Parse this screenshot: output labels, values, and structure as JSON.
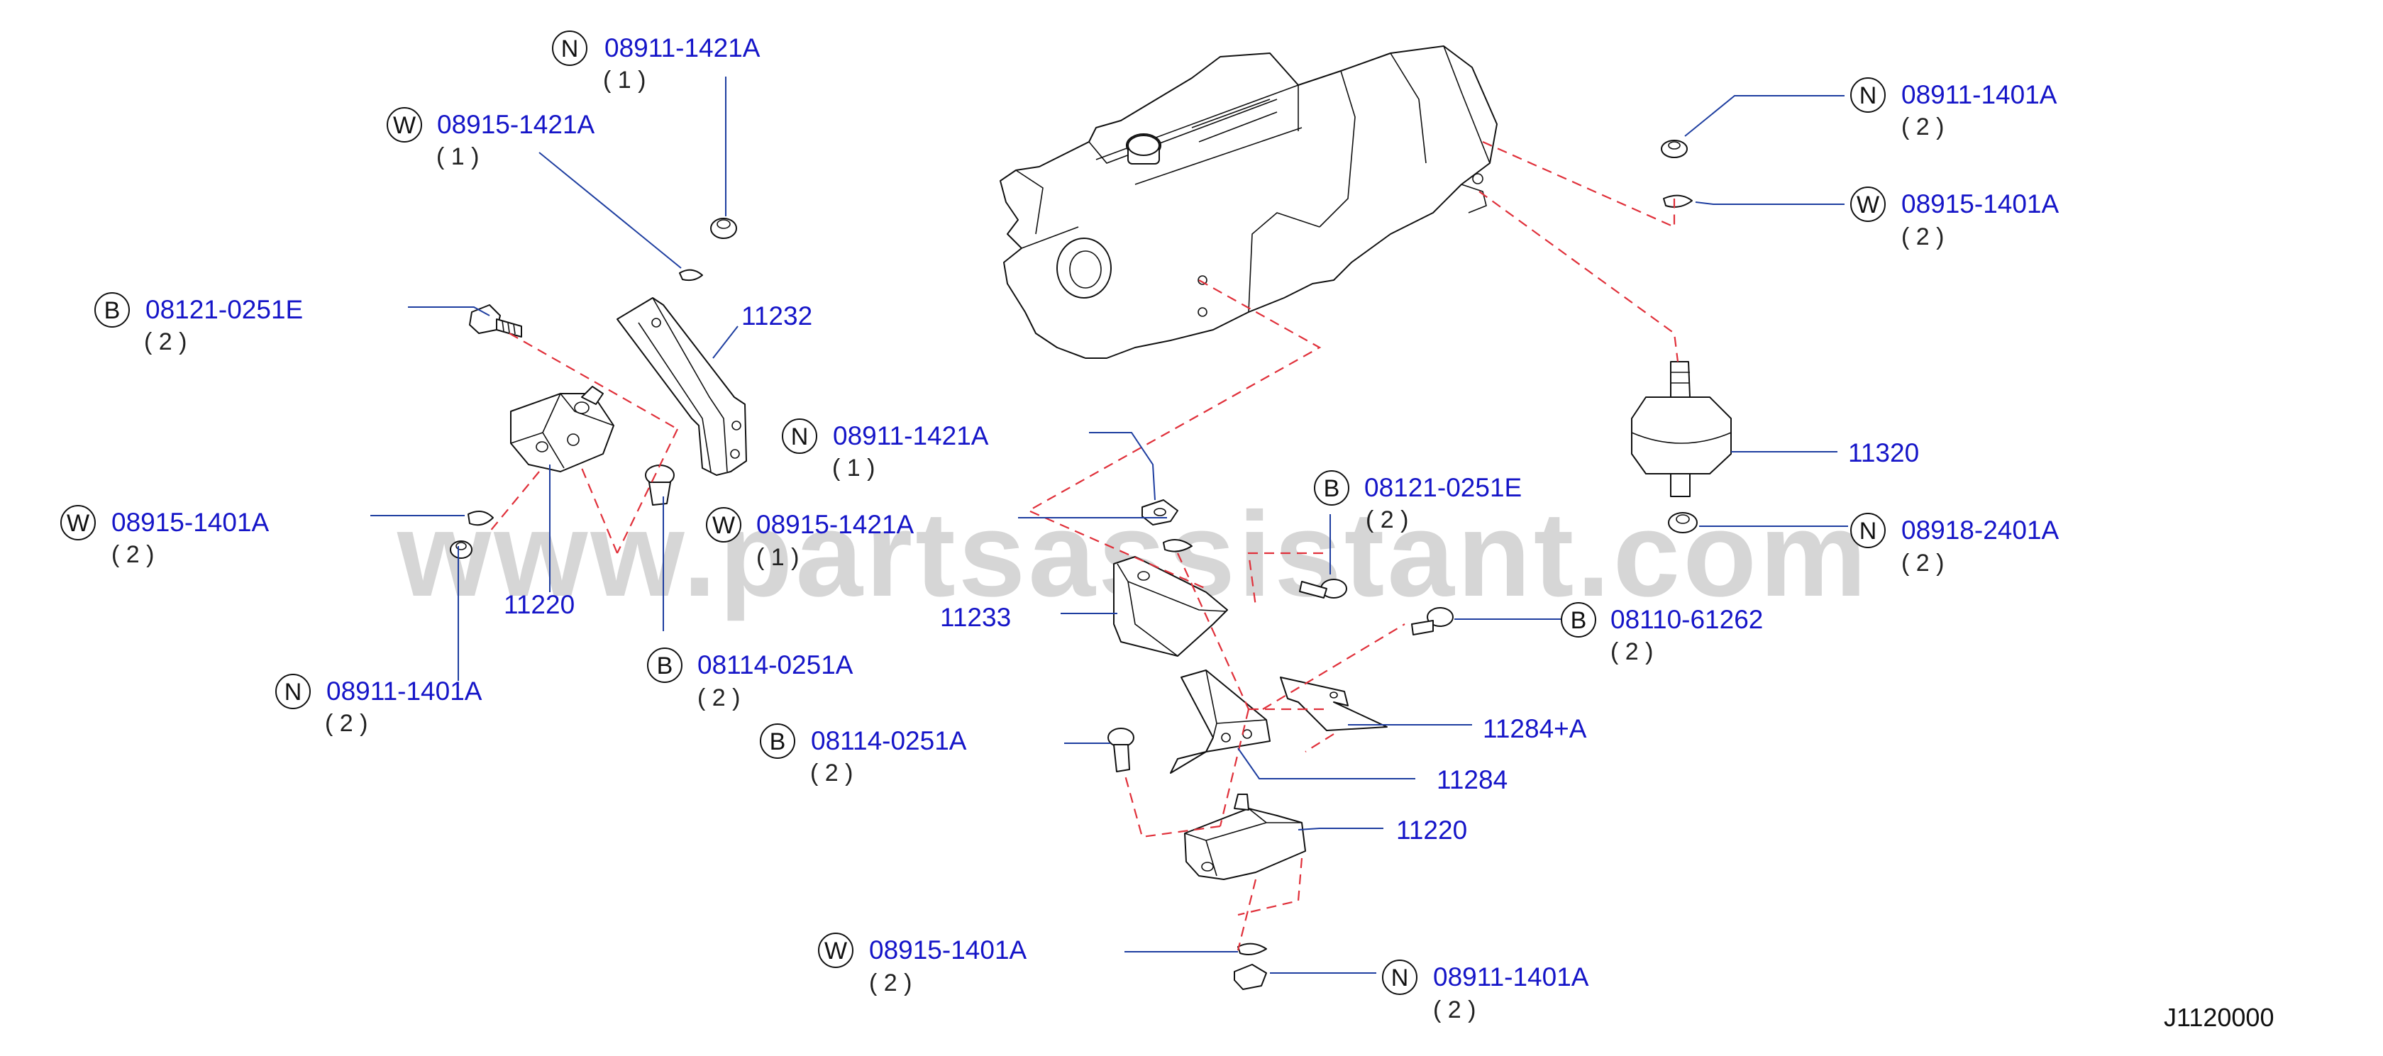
{
  "watermark": "www.partsassistant.com",
  "diagram_code": "J1120000",
  "callouts": [
    {
      "id": "c1",
      "letter": "N",
      "part": "08911-1421A",
      "qty": "( 1 )"
    },
    {
      "id": "c2",
      "letter": "W",
      "part": "08915-1421A",
      "qty": "( 1 )"
    },
    {
      "id": "c3",
      "letter": "B",
      "part": "08121-0251E",
      "qty": "( 2 )"
    },
    {
      "id": "c4",
      "letter": "W",
      "part": "08915-1401A",
      "qty": "( 2 )"
    },
    {
      "id": "c5",
      "letter": "N",
      "part": "08911-1401A",
      "qty": "( 2 )"
    },
    {
      "id": "c6",
      "letter": "B",
      "part": "08114-0251A",
      "qty": "( 2 )"
    },
    {
      "id": "c7",
      "letter": "N",
      "part": "08911-1421A",
      "qty": "( 1 )"
    },
    {
      "id": "c8",
      "letter": "W",
      "part": "08915-1421A",
      "qty": "( 1 )"
    },
    {
      "id": "c9",
      "letter": "B",
      "part": "08114-0251A",
      "qty": "( 2 )"
    },
    {
      "id": "c10",
      "letter": "B",
      "part": "08121-0251E",
      "qty": "( 2 )"
    },
    {
      "id": "c11",
      "letter": "B",
      "part": "08110-61262",
      "qty": "( 2 )"
    },
    {
      "id": "c12",
      "letter": "W",
      "part": "08915-1401A",
      "qty": "( 2 )"
    },
    {
      "id": "c13",
      "letter": "N",
      "part": "08911-1401A",
      "qty": "( 2 )"
    },
    {
      "id": "c14",
      "letter": "N",
      "part": "08911-1401A",
      "qty": "( 2 )"
    },
    {
      "id": "c15",
      "letter": "W",
      "part": "08915-1401A",
      "qty": "( 2 )"
    },
    {
      "id": "c16",
      "letter": "N",
      "part": "08918-2401A",
      "qty": "( 2 )"
    }
  ],
  "part_labels": [
    {
      "id": "p1",
      "text": "11232"
    },
    {
      "id": "p2",
      "text": "11220"
    },
    {
      "id": "p3",
      "text": "11233"
    },
    {
      "id": "p4",
      "text": "11284+A"
    },
    {
      "id": "p5",
      "text": "11284"
    },
    {
      "id": "p6",
      "text": "11220"
    },
    {
      "id": "p7",
      "text": "11320"
    }
  ]
}
